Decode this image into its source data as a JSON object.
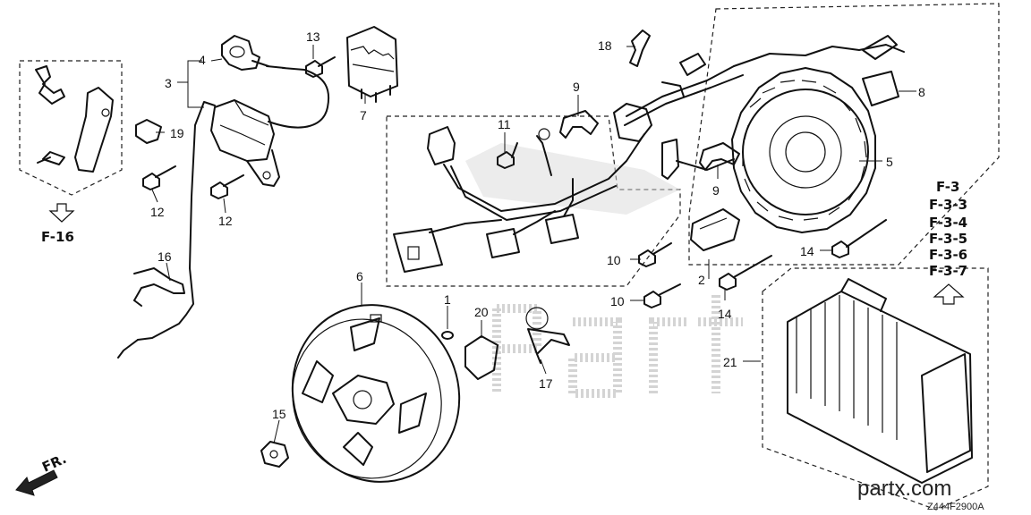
{
  "callouts": {
    "c1": "1",
    "c2": "2",
    "c3": "3",
    "c4": "4",
    "c5": "5",
    "c6": "6",
    "c7": "7",
    "c8": "8",
    "c9a": "9",
    "c9b": "9",
    "c10a": "10",
    "c10b": "10",
    "c11": "11",
    "c12a": "12",
    "c12b": "12",
    "c13": "13",
    "c14a": "14",
    "c14b": "14",
    "c15": "15",
    "c16": "16",
    "c17": "17",
    "c18": "18",
    "c19": "19",
    "c20": "20",
    "c21": "21"
  },
  "references": {
    "f16": "F-16",
    "f3_list": [
      "F-3",
      "F-3-3",
      "F-3-4",
      "F-3-5",
      "F-3-6",
      "F-3-7"
    ]
  },
  "orientation": {
    "front_label": "FR."
  },
  "footer": {
    "watermark": "partx.com",
    "diagram_code": "Z444F2900A"
  },
  "icons": {
    "front_arrow": "front-direction-arrow-icon",
    "ref_arrow_down": "hollow-arrow-down-icon",
    "ref_arrow_up": "hollow-arrow-up-icon"
  }
}
